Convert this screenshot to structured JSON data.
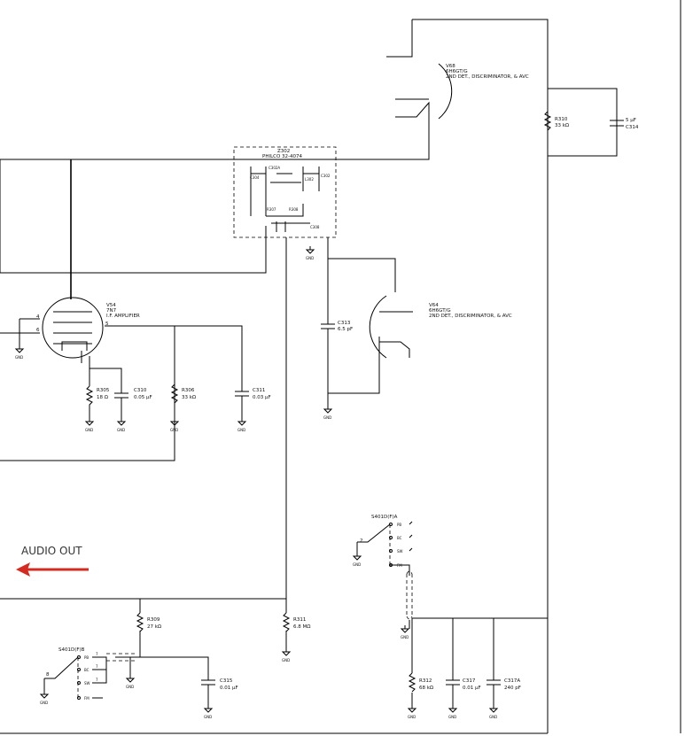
{
  "tubes": {
    "v68": {
      "ref": "V68",
      "type": "6H6GT/G",
      "func": "2ND DET., DISCRIMINATOR, & AVC"
    },
    "v64": {
      "ref": "V64",
      "type": "6H6GT/G",
      "func": "2ND DET., DISCRIMINATOR, & AVC"
    },
    "v54": {
      "ref": "V54",
      "type": "7N7",
      "func": "I.F. AMPLIFIER"
    }
  },
  "transformer": {
    "ref": "Z302",
    "part": "PHILCO 32-4074"
  },
  "components": {
    "r310": {
      "ref": "R310",
      "value": "33 kΩ"
    },
    "c314": {
      "ref": "C314",
      "value": "5 µF"
    },
    "c313": {
      "ref": "C313",
      "value": "6.5 pF"
    },
    "r305": {
      "ref": "R305",
      "value": "18 Ω"
    },
    "c310": {
      "ref": "C310",
      "value": "0.05 µF"
    },
    "r306": {
      "ref": "R306",
      "value": "33 kΩ"
    },
    "c311": {
      "ref": "C311",
      "value": "0.03 µF"
    },
    "r309": {
      "ref": "R309",
      "value": "27 kΩ"
    },
    "r311": {
      "ref": "R311",
      "value": "6.8 MΩ"
    },
    "c315": {
      "ref": "C315",
      "value": "0.01 µF"
    },
    "r312": {
      "ref": "R312",
      "value": "68 kΩ"
    },
    "c317": {
      "ref": "C317",
      "value": "0.01 µF"
    },
    "c317a": {
      "ref": "C317A",
      "value": "240 pF"
    }
  },
  "switches": {
    "sa": {
      "ref": "S401D(F)A",
      "positions": [
        "PB",
        "BC",
        "SW",
        "FM"
      ],
      "pin": "2"
    },
    "sb": {
      "ref": "S401D(F)B",
      "positions": [
        "PB",
        "BC",
        "SW",
        "FM"
      ],
      "pins": [
        "7",
        "7",
        "7"
      ],
      "pin": "8"
    }
  },
  "ground_label": "GND",
  "audio_out": {
    "label": "AUDIO OUT"
  },
  "pins": {
    "v54_4": "4",
    "v54_6": "6",
    "v54_5": "5"
  },
  "colors": {
    "wire": "#000000",
    "arrow": "#d42a20",
    "background": "#ffffff"
  }
}
